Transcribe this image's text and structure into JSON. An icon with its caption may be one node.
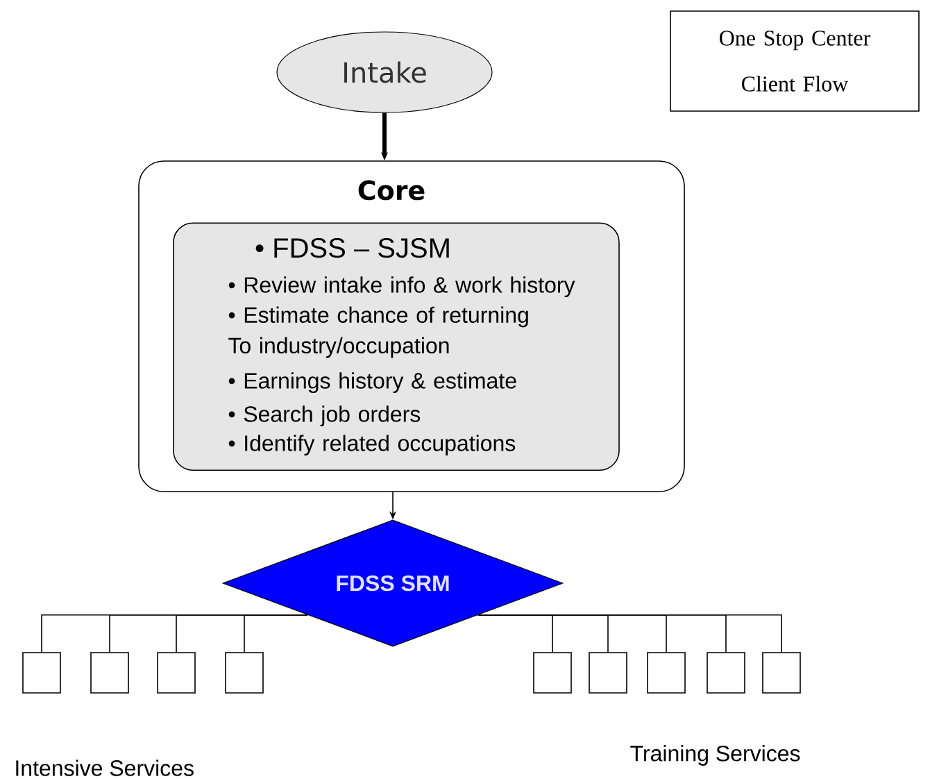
{
  "diagram": {
    "title": "One Stop Center Client Flow",
    "nodes": [
      {
        "text": [
          "Intake"
        ]
      },
      {
        "text": [
          "Core"
        ]
      },
      {
        "text": [
          "• FDSS – SJSM",
          "• Review intake info & work history",
          "• Estimate chance of returning To industry/occupation",
          "• Earnings history & estimate",
          "• Search job orders",
          "• Identify related occupations"
        ],
        "in": 1
      },
      {
        "text": [
          "FDSS SRM"
        ]
      },
      {
        "text": [],
        "shape": "box"
      },
      {
        "text": [],
        "shape": "box"
      },
      {
        "text": [],
        "shape": "box"
      },
      {
        "text": [],
        "shape": "box"
      },
      {
        "text": [],
        "shape": "box"
      },
      {
        "text": [],
        "shape": "box"
      },
      {
        "text": [],
        "shape": "box"
      },
      {
        "text": [],
        "shape": "box"
      },
      {
        "text": [],
        "shape": "box"
      }
    ],
    "edges": [
      {
        "from": 0,
        "to": 1,
        "arrow": "to",
        "style": "thick"
      },
      {
        "from": 1,
        "to": 3,
        "arrow": "to"
      },
      {
        "from": 3,
        "to": 4,
        "arrow": "none"
      },
      {
        "from": 3,
        "to": 5,
        "arrow": "none"
      },
      {
        "from": 3,
        "to": 6,
        "arrow": "none"
      },
      {
        "from": 3,
        "to": 7,
        "arrow": "none"
      },
      {
        "from": 3,
        "to": 8,
        "arrow": "none"
      },
      {
        "from": 3,
        "to": 9,
        "arrow": "none"
      },
      {
        "from": 3,
        "to": 10,
        "arrow": "none"
      },
      {
        "from": 3,
        "to": 11,
        "arrow": "none"
      },
      {
        "from": 3,
        "to": 12,
        "arrow": "none"
      }
    ],
    "labels": [
      "Intensive Services",
      "Training Services"
    ]
  }
}
